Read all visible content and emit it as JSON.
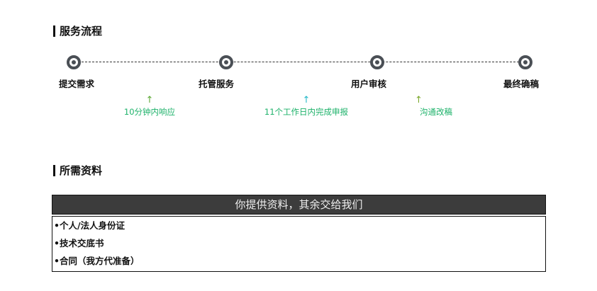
{
  "process": {
    "title": "服务流程",
    "steps": [
      "提交需求",
      "托管服务",
      "用户审核",
      "最终确稿"
    ],
    "notes": [
      {
        "arrow": "↑",
        "text": "10分钟内响应",
        "color": "#5aa832"
      },
      {
        "arrow": "↑",
        "text": "11个工作日内完成申报",
        "color": "#22b8c8"
      },
      {
        "arrow": "↑",
        "text": "沟通改稿",
        "color": "#7aa82a"
      }
    ]
  },
  "materials": {
    "title": "所需资料",
    "banner": "你提供资料，其余交给我们",
    "items": [
      "•个人/法人身份证",
      "•技术交底书",
      "•合同（我方代准备）"
    ]
  }
}
